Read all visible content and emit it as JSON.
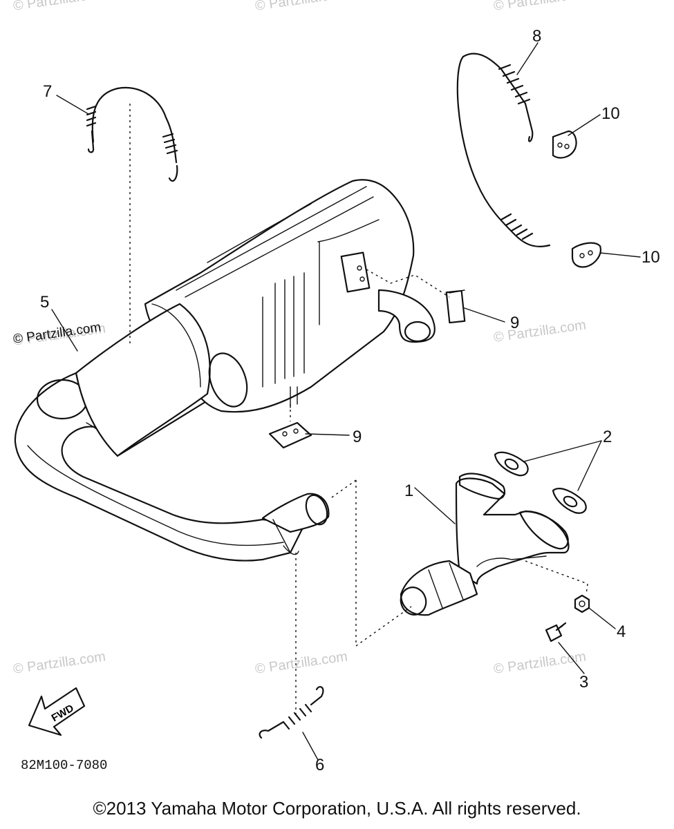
{
  "watermark": "© Partzilla.com",
  "callouts": [
    "1",
    "2",
    "3",
    "4",
    "5",
    "6",
    "7",
    "8",
    "9",
    "10"
  ],
  "fwd_label": "FWD",
  "diagram_code": "82M100-7080",
  "copyright": "©2013 Yamaha Motor Corporation, U.S.A. All rights reserved."
}
